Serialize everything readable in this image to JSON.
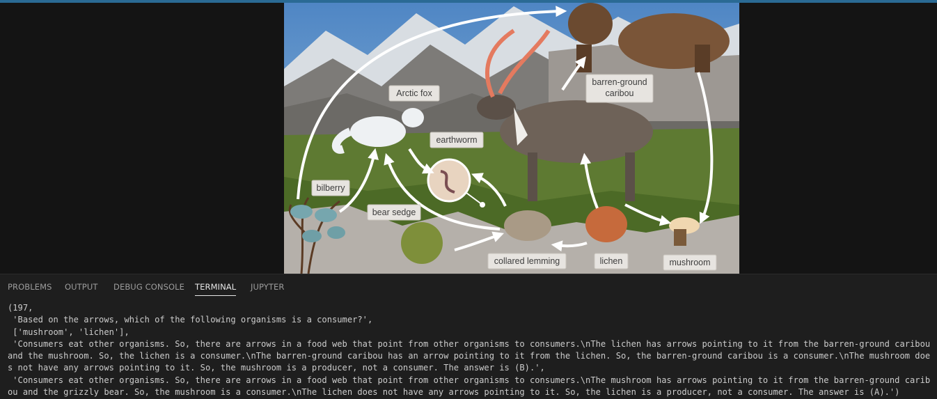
{
  "diagram": {
    "labels": {
      "arctic_fox": "Arctic fox",
      "caribou_line1": "barren-ground",
      "caribou_line2": "caribou",
      "earthworm": "earthworm",
      "bilberry": "bilberry",
      "bear_sedge": "bear sedge",
      "collared_lemming": "collared lemming",
      "lichen": "lichen",
      "mushroom": "mushroom"
    }
  },
  "panel": {
    "tabs": [
      {
        "label": "PROBLEMS"
      },
      {
        "label": "OUTPUT"
      },
      {
        "label": "DEBUG CONSOLE"
      },
      {
        "label": "TERMINAL"
      },
      {
        "label": "JUPYTER"
      }
    ],
    "active_tab": "TERMINAL",
    "terminal_output": "(197,\n 'Based on the arrows, which of the following organisms is a consumer?',\n ['mushroom', 'lichen'],\n 'Consumers eat other organisms. So, there are arrows in a food web that point from other organisms to consumers.\\nThe lichen has arrows pointing to it from the barren-ground caribou and the mushroom. So, the lichen is a consumer.\\nThe barren-ground caribou has an arrow pointing to it from the lichen. So, the barren-ground caribou is a consumer.\\nThe mushroom does not have any arrows pointing to it. So, the mushroom is a producer, not a consumer. The answer is (B).',\n 'Consumers eat other organisms. So, there are arrows in a food web that point from other organisms to consumers.\\nThe mushroom has arrows pointing to it from the barren-ground caribou and the grizzly bear. So, the mushroom is a consumer.\\nThe lichen does not have any arrows pointing to it. So, the lichen is a producer, not a consumer. The answer is (A).')"
  }
}
